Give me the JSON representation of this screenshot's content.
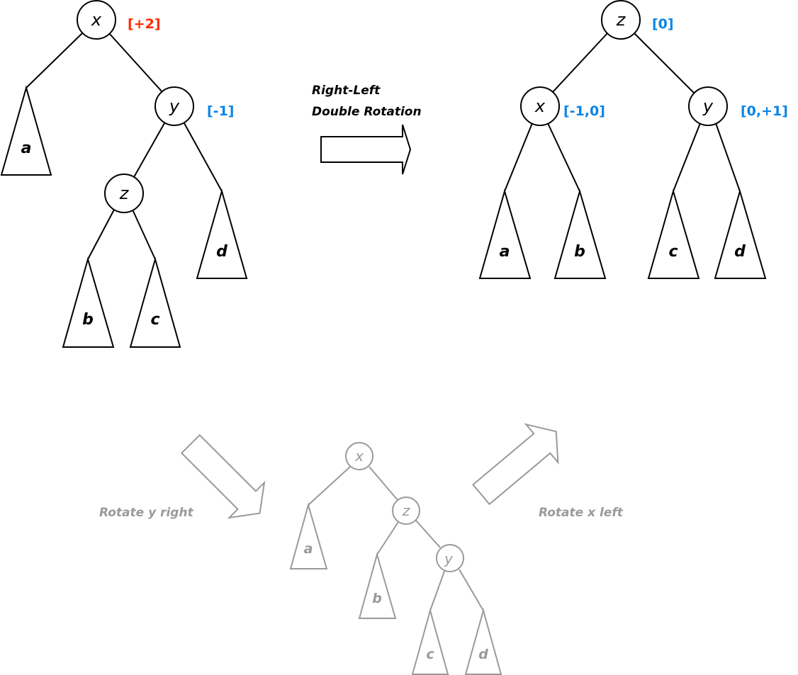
{
  "colors": {
    "ink": "#000000",
    "faded": "#9a9a9a",
    "balance_bad": "#ff2a00",
    "balance_ok": "#0a84e6"
  },
  "before": {
    "nodes": {
      "x": "x",
      "y": "y",
      "z": "z"
    },
    "leaves": {
      "a": "a",
      "b": "b",
      "c": "c",
      "d": "d"
    },
    "balance": {
      "x": "[+2]",
      "y": "[-1]"
    }
  },
  "transition": {
    "line1": "Right-Left",
    "line2": "Double Rotation"
  },
  "after": {
    "nodes": {
      "z": "z",
      "x": "x",
      "y": "y"
    },
    "leaves": {
      "a": "a",
      "b": "b",
      "c": "c",
      "d": "d"
    },
    "balance": {
      "z": "[0]",
      "x": "[-1,0]",
      "y": "[0,+1]"
    }
  },
  "intermediate": {
    "nodes": {
      "x": "x",
      "z": "z",
      "y": "y"
    },
    "leaves": {
      "a": "a",
      "b": "b",
      "c": "c",
      "d": "d"
    },
    "step1": "Rotate y right",
    "step2": "Rotate x left"
  }
}
